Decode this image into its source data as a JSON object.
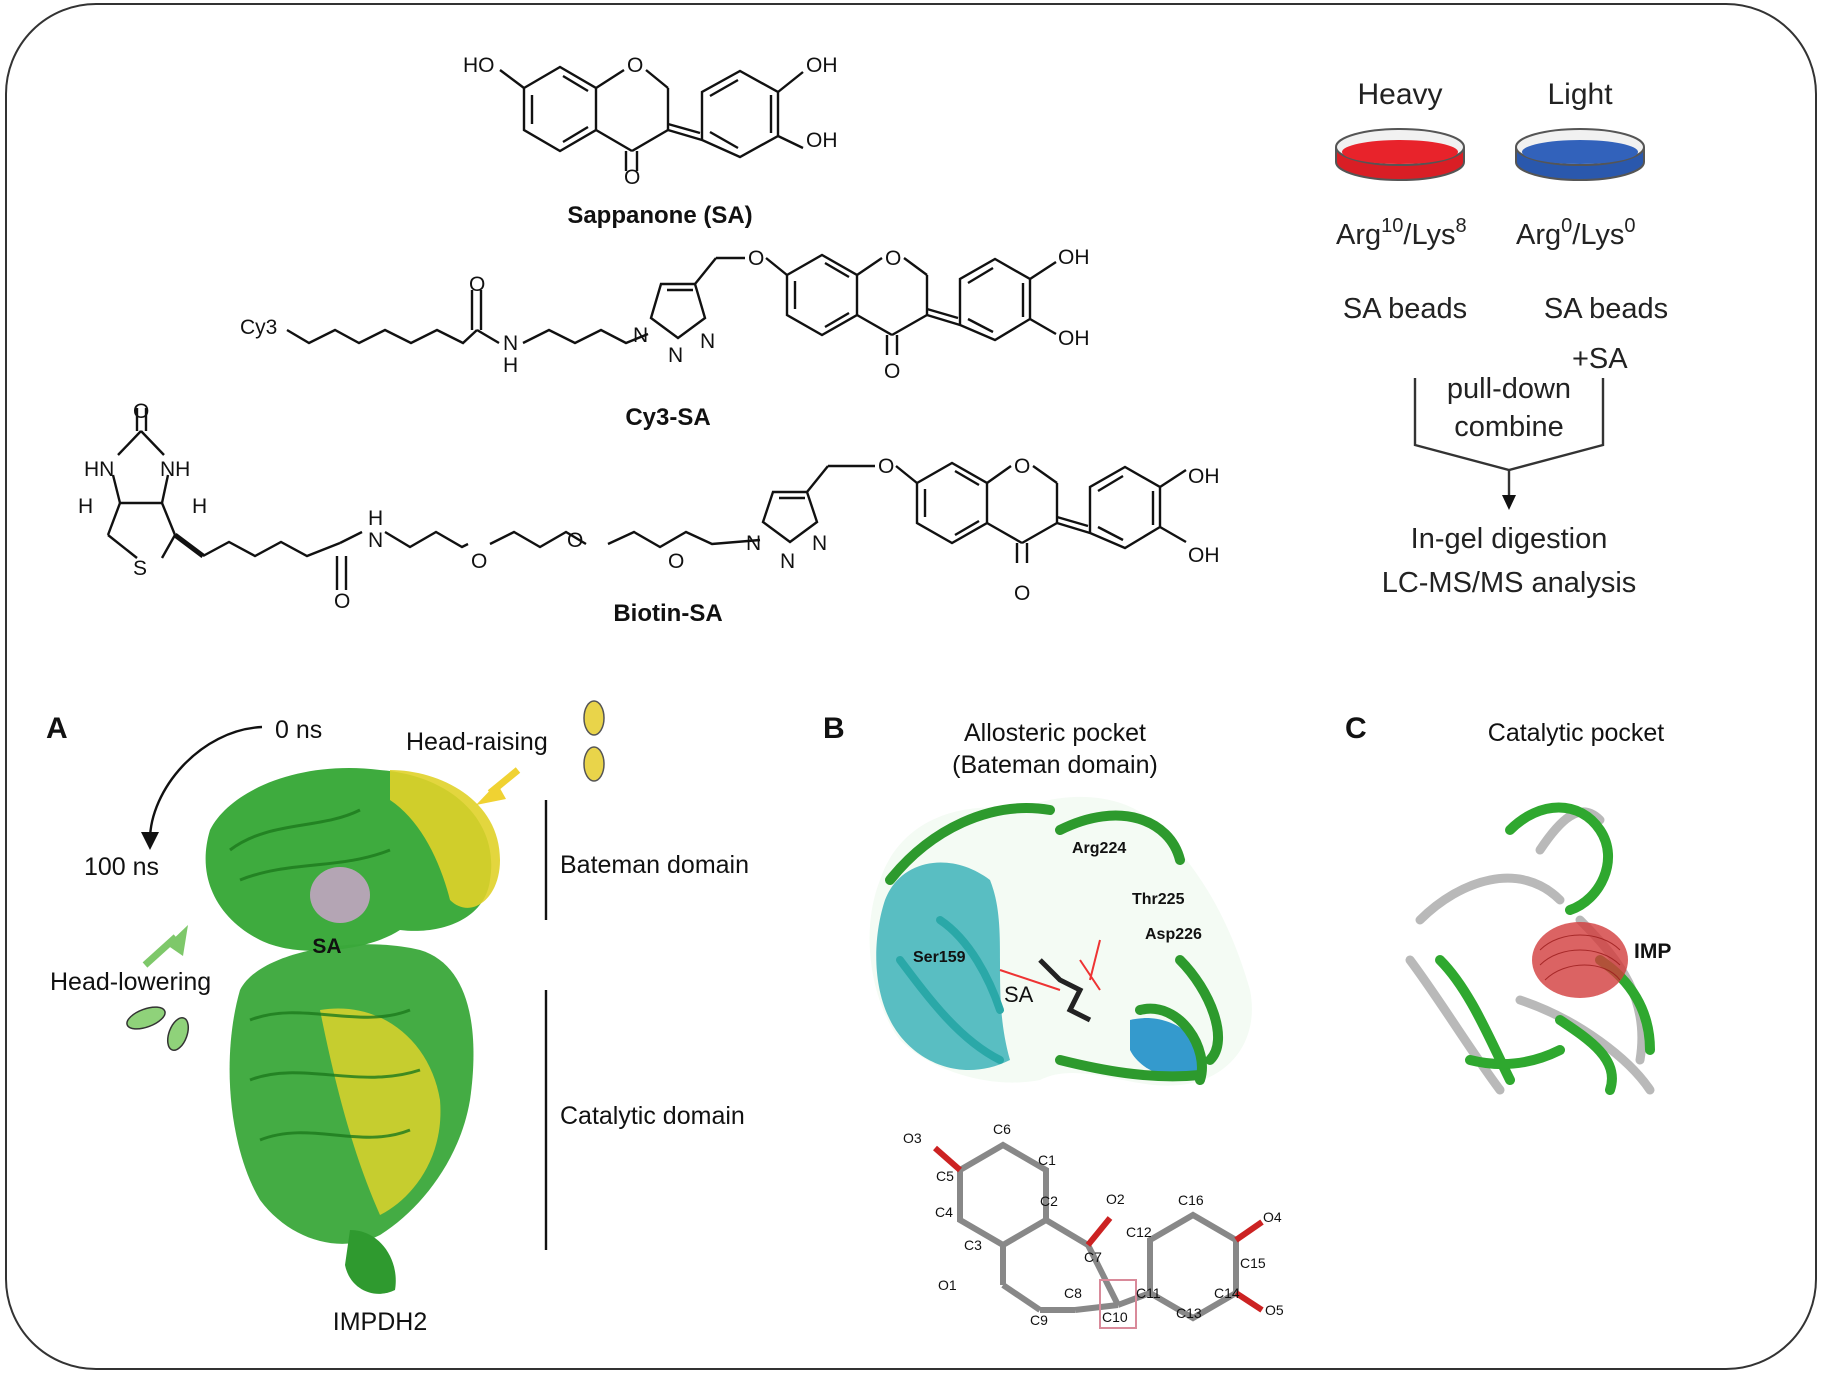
{
  "top": {
    "compounds": {
      "sa": {
        "name": "Sappanone (SA)",
        "atoms": {
          "ho": "HO",
          "oh1": "OH",
          "oh2": "OH",
          "o_ring": "O",
          "o_keto": "O"
        }
      },
      "cy3": {
        "name": "Cy3-SA",
        "atoms": {
          "cy3": "Cy3",
          "o_amide": "O",
          "n_amide": "N",
          "h_amide": "H",
          "n1": "N",
          "n2": "N",
          "n3": "N",
          "o_ether": "O",
          "o_ring": "O",
          "o_keto": "O",
          "oh1": "OH",
          "oh2": "OH"
        }
      },
      "biotin": {
        "name": "Biotin-SA",
        "atoms": {
          "o_urea": "O",
          "hn": "HN",
          "nh": "NH",
          "h_left": "H",
          "h_right": "H",
          "s": "S",
          "o_amide": "O",
          "h_amide": "H",
          "n_amide": "N",
          "o_peg1": "O",
          "o_peg2": "O",
          "o_peg3": "O",
          "n1": "N",
          "n2": "N",
          "n3": "N",
          "o_ether": "O",
          "o_ring": "O",
          "o_keto": "O",
          "oh1": "OH",
          "oh2": "OH"
        }
      }
    },
    "silac": {
      "heavy_title": "Heavy",
      "light_title": "Light",
      "heavy_label": {
        "arg": "Arg",
        "arg_sup": "10",
        "lys": "/Lys",
        "lys_sup": "8"
      },
      "light_label": {
        "arg": "Arg",
        "arg_sup": "0",
        "lys": "/Lys",
        "lys_sup": "0"
      },
      "heavy_beads": "SA beads",
      "light_beads": "SA beads",
      "plus_sa": "+SA",
      "pulldown": "pull-down",
      "combine": "combine",
      "step1": "In-gel digestion",
      "step2": "LC-MS/MS analysis",
      "colors": {
        "heavy": "#e3202a",
        "light": "#2f5fb5"
      }
    }
  },
  "panel_a": {
    "letter": "A",
    "time_start": "0 ns",
    "time_end": "100 ns",
    "head_raising": "Head-raising",
    "head_lowering": "Head-lowering",
    "bateman": "Bateman domain",
    "catalytic": "Catalytic domain",
    "ligand": "SA",
    "protein": "IMPDH2",
    "colors": {
      "green": "#3aa83a",
      "yellow": "#e6d21e"
    }
  },
  "panel_b": {
    "letter": "B",
    "title1": "Allosteric pocket",
    "title2": "(Bateman domain)",
    "residues": [
      "Arg224",
      "Thr225",
      "Asp226",
      "Ser159"
    ],
    "ligand": "SA",
    "atom_labels": [
      "O3",
      "C6",
      "C5",
      "C1",
      "C2",
      "C4",
      "O2",
      "C16",
      "C12",
      "O4",
      "C3",
      "C7",
      "C15",
      "O1",
      "C8",
      "C11",
      "C14",
      "O5",
      "C9",
      "C10",
      "C13"
    ]
  },
  "panel_c": {
    "letter": "C",
    "title": "Catalytic pocket",
    "ligand": "IMP"
  }
}
